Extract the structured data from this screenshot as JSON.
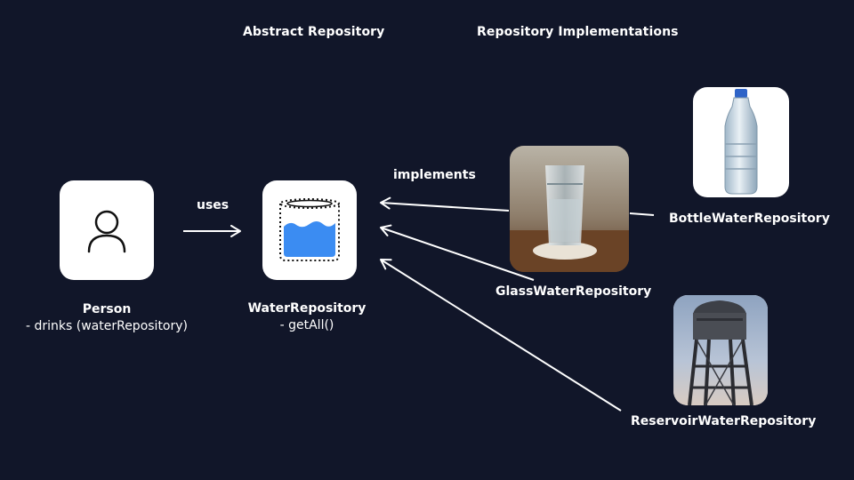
{
  "headers": {
    "abstract": "Abstract Repository",
    "implementations": "Repository Implementations"
  },
  "person": {
    "name": "Person",
    "detail": "- drinks (waterRepository)",
    "icon": "user-icon"
  },
  "water_repository": {
    "name": "WaterRepository",
    "detail": "- getAll()",
    "icon": "water-container-icon"
  },
  "edges": {
    "uses": "uses",
    "implements": "implements"
  },
  "implementations": [
    {
      "name": "GlassWaterRepository",
      "icon": "glass-of-water-photo"
    },
    {
      "name": "BottleWaterRepository",
      "icon": "water-bottle-photo"
    },
    {
      "name": "ReservoirWaterRepository",
      "icon": "water-tower-photo"
    }
  ],
  "colors": {
    "background": "#111629",
    "water": "#3b8cf2",
    "card": "#ffffff"
  }
}
